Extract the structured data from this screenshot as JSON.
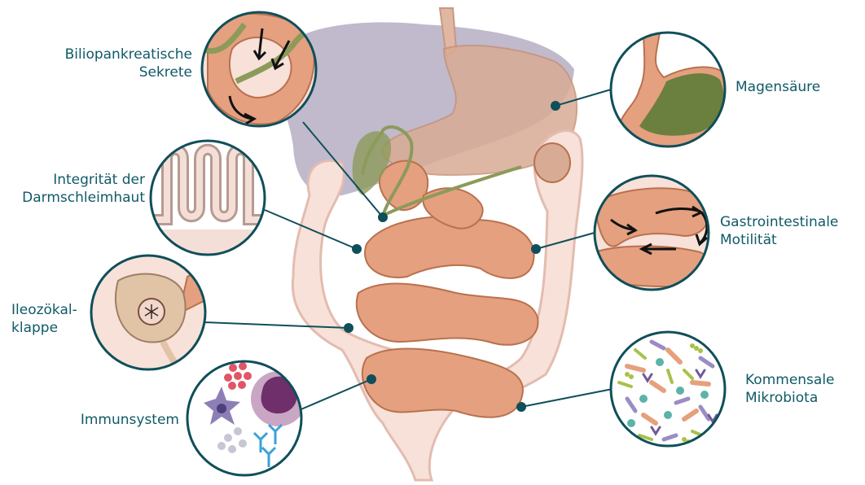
{
  "labels": {
    "bilio": {
      "line1": "Biliopankreatische",
      "line2": "Sekrete"
    },
    "integritaet": {
      "line1": "Integrität der",
      "line2": "Darmschleimhaut"
    },
    "ileo": {
      "line1": "Ileozökal-",
      "line2": "klappe"
    },
    "immun": {
      "line1": "Immunsystem"
    },
    "magen": {
      "line1": "Magensäure"
    },
    "motil": {
      "line1": "Gastrointestinale",
      "line2": "Motilität"
    },
    "mikro": {
      "line1": "Kommensale",
      "line2": "Mikrobiota"
    }
  },
  "colors": {
    "label_text": "#0f5a67",
    "connector": "#0f4f5a",
    "intestine_fill": "#e4a07f",
    "intestine_stroke": "#b9714f",
    "colon_fill": "#f7e1d8",
    "colon_stroke": "#e3bcb0",
    "liver_fill": "#b9b3c6",
    "stomach_fill": "#d8ab95",
    "bile": "#8c9a5a",
    "acid": "#6b7f3e"
  },
  "icons": [
    "bile-arrow-icon",
    "villi-icon",
    "valve-icon",
    "immune-cell-icon",
    "acid-icon",
    "motility-arrow-icon",
    "bacteria-icon"
  ]
}
